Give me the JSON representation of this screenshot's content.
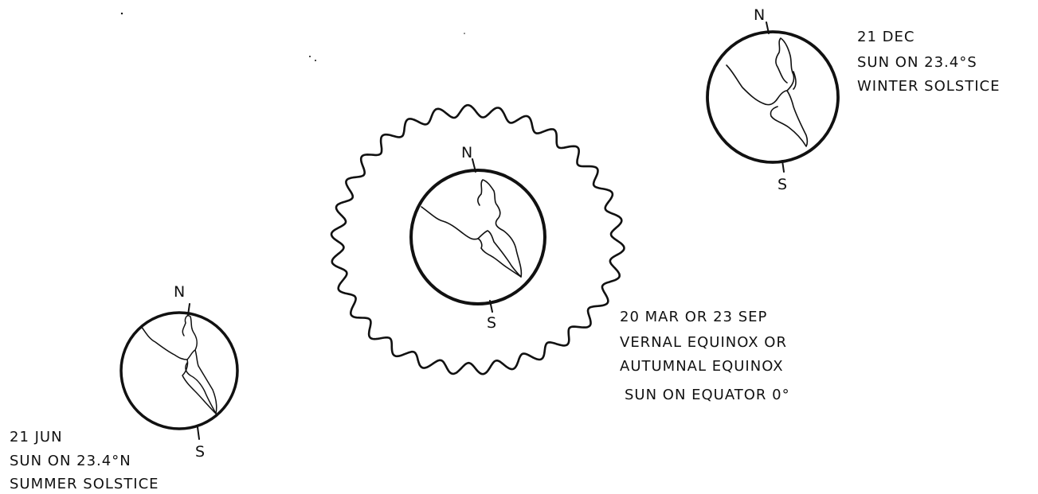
{
  "june": {
    "pole_north": "N",
    "pole_south": "S",
    "line1": "21 JUN",
    "line2": "SUN ON 23.4°N",
    "line3": "SUMMER SOLSTICE"
  },
  "equinox": {
    "pole_north": "N",
    "pole_south": "S",
    "line1": "20 MAR OR 23 SEP",
    "line2": "VERNAL EQUINOX OR",
    "line3": "AUTUMNAL EQUINOX",
    "line4": "SUN ON EQUATOR 0°"
  },
  "december": {
    "pole_north": "N",
    "pole_south": "S",
    "line1": "21 DEC",
    "line2": "SUN ON 23.4°S",
    "line3": "WINTER SOLSTICE"
  },
  "colors": {
    "ink": "#111111",
    "paper": "#ffffff"
  }
}
